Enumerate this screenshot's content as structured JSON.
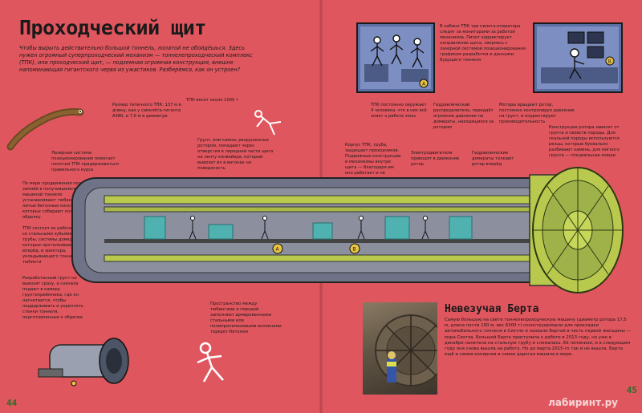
{
  "title": "Проходческий щит",
  "intro": "Чтобы вырыть действительно большой тоннель, лопатой не обойдёшься. Здесь нужен огромный суперпроходческий механизм — тоннелепроходческий комплекс (ТПК), или проходческий щит, — подземная огромная конструкция, внешне напоминающая гигантского червя из ужастиков. Разберёмся, как он устроен?",
  "labels": {
    "size": "Размер типичного ТПК: 137 м в длину, как у самолёта-гиганта А380, и 7,6 м в диаметре",
    "weight": "ТПК весит около 1000 т",
    "laser": "Лазерная система позиционирования помогает пилотам ТПК придерживаться правильного курса",
    "soil": "Грунт, или камни, разрушенные ротором, попадают через отверстия в передней части щита на ленту конвейера, который вывозит их в вагонах на поверхность",
    "crew": "ТПК постоянно окружает 4 человека, что в них всё знает о работе зоны",
    "hydraulic": "Гидравлический распределитель: передаёт огромное давление на домкраты, находящиеся за ротором",
    "cabin": "В кабине ТПК три пилота-оператора следят за мониторами за работой механизма. Пилот корректирует направление щита, сверяясь с лазерной системой позиционирования графиком разработки и данными будущего тоннеля",
    "motors": "Моторы вращают ротор, постоянно контролируя давление на грунт, и корректируют производительность",
    "rotor": "Конструкция ротора зависит от грунта и свойств породы. Для скальной породы используются резцы, которые буквально разбивают камень, для мягкого грунта — специальные ковши",
    "body": "Корпус ТПК, труба, защищает проходчиков. Подвижные конструкции и механизмы внутри щита — благодаря им оно работает и не засыпает грунт и песок",
    "power": "Электродвигатели приводят в движение ротор",
    "jacks": "Гидравлические домкраты толкают ротор вперёд",
    "progress": "По мере продвижения под землёй в получившемся за машиной тоннеле устанавливают тюбинги — литые бетонные конструкции, из которых собирают кольцо-обделку",
    "tpk": "ТПК состоит из рабочего ротора со стальными зубьями-фрезами, трубы, системы домкратов, которые проталкивают щит вперёд, и эректора, укладывающего тоннельные тюбинги",
    "dirt": "Разработанный грунт не вывозят сразу, а сначала подают в камеру грунтоприёмника, где он нагнетается, чтобы поддерживать и укреплять стенки тоннеля, подготовленные к обделке",
    "space": "Пространство между тюбингами и породой заполняют армированными стальными или полипропиленовыми волокнами торкрет-бетоном"
  },
  "berta": {
    "title": "Невезучая Берта",
    "text": "Самую большую на свете тоннелепроходческую машину (диаметр ротора 17,5 м, длина почти 100 м, вес 6300 т) сконструировали для прокладки автомобильного тоннеля в Сиэтле и назвали Бертой в честь первой женщины — мэра Сиэтла. Большой Берта приступила к работе в 2013 году, но уже в декабре налетела на стальную трубу и сломалась. Её починили, и в следующем году она снова вышла на работу. Но до марта 2015-го так и не вышла. Берта ещё и самая копирная и самая дорогая машина в мире."
  },
  "pages": {
    "left": "44",
    "right": "45"
  },
  "watermark": "лабиринт.ру",
  "colors": {
    "background": "#e0565e",
    "machine": "#c6d65a",
    "tunnel": "#6f7388",
    "panel": "#5b6fa3"
  }
}
